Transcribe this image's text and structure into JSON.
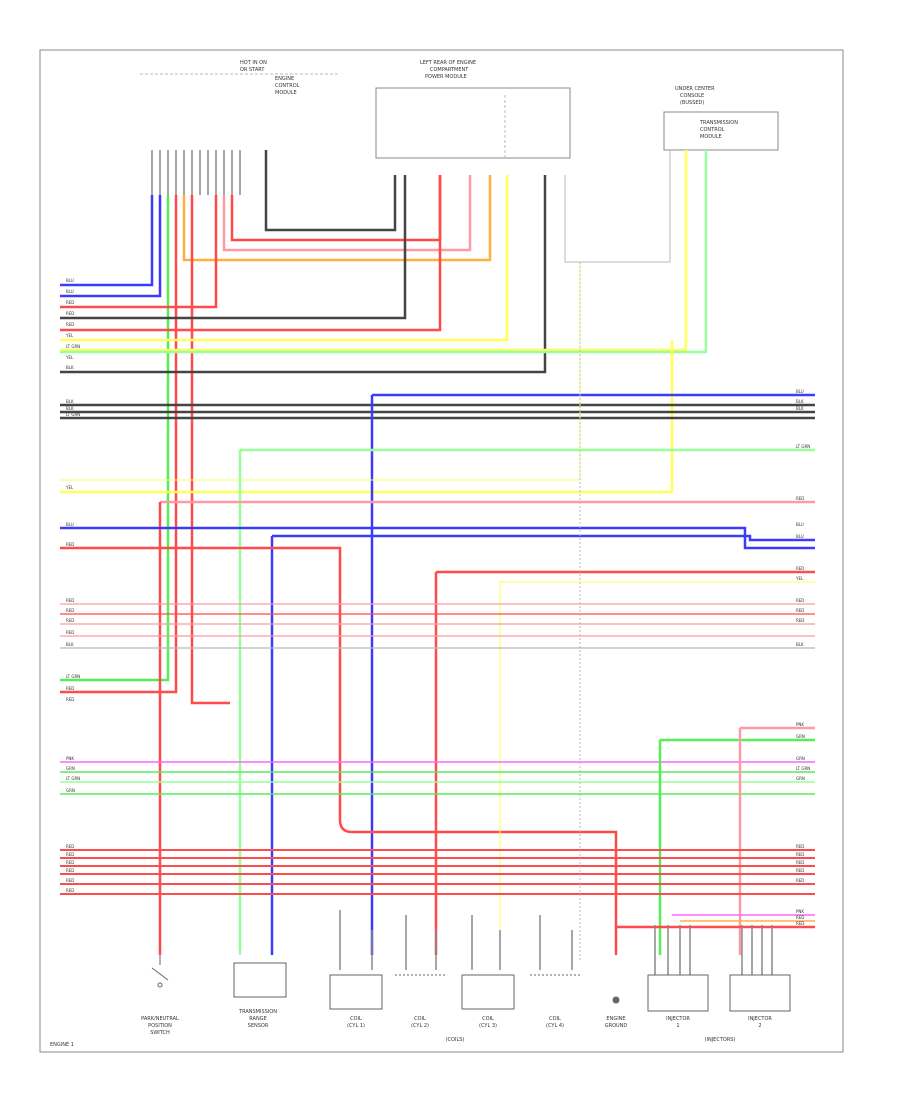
{
  "labels": {
    "top_left": [
      "HOT IN ON",
      "OR START"
    ],
    "top_center": [
      "LEFT REAR OF ENGINE",
      "COMPARTMENT",
      "POWER MODULE"
    ],
    "top_note": [
      "ENGINE",
      "CONTROL",
      "MODULE"
    ],
    "top_right": [
      "UNDER CENTER",
      "CONSOLE",
      "(BUSSED)"
    ],
    "top_right_box": [
      "TRANSMISSION",
      "CONTROL",
      "MODULE"
    ],
    "sensor_1": [
      "PARK/NEUTRAL",
      "POSITION",
      "SWITCH"
    ],
    "sensor_2": [
      "TRANSMISSION",
      "RANGE",
      "SENSOR"
    ],
    "coil_1": [
      "COIL",
      "(CYL 1)"
    ],
    "coil_2": [
      "COIL",
      "(CYL 2)"
    ],
    "coil_3": [
      "COIL",
      "(CYL 3)"
    ],
    "coil_4": [
      "COIL",
      "(CYL 4)"
    ],
    "ground": [
      "ENGINE",
      "GROUND"
    ],
    "inj_1": [
      "INJECTOR",
      "1"
    ],
    "inj_2": [
      "INJECTOR",
      "2"
    ],
    "group_coils": "(COILS)",
    "group_inj": "(INJECTORS)",
    "page_id": "ENGINE 1"
  },
  "wire_labels_left": [
    "BLU",
    "BLU",
    "RED",
    "RED",
    "RED",
    "YEL",
    "LT GRN",
    "YEL",
    "BLK",
    "BLK",
    "BLK",
    "LT GRN",
    "YEL",
    "BLU",
    "RED",
    "RED",
    "RED",
    "RED",
    "RED",
    "BLK",
    "LT GRN",
    "RED",
    "RED",
    "PNK",
    "GRN",
    "LT GRN",
    "GRN",
    "RED",
    "RED",
    "RED",
    "RED",
    "RED",
    "RED"
  ],
  "wire_labels_right": [
    "BLU",
    "BLK",
    "BLK",
    "LT GRN",
    "RED",
    "BLU",
    "BLU",
    "RED",
    "YEL",
    "RED",
    "RED",
    "RED",
    "BLK",
    "PNK",
    "GRN",
    "GRN",
    "LT GRN",
    "GRN",
    "RED",
    "RED",
    "RED",
    "RED",
    "RED",
    "PNK",
    "RED",
    "RED"
  ],
  "colors": {
    "blue": "#3b3bff",
    "red": "#ff4b4b",
    "pink": "#ff9aa2",
    "yellow": "#ffff55",
    "green": "#55ee55",
    "ltgreen": "#99ff99",
    "black": "#444444",
    "gray": "#b8b8b8",
    "orange": "#ffb040",
    "magenta": "#ff66ff"
  }
}
